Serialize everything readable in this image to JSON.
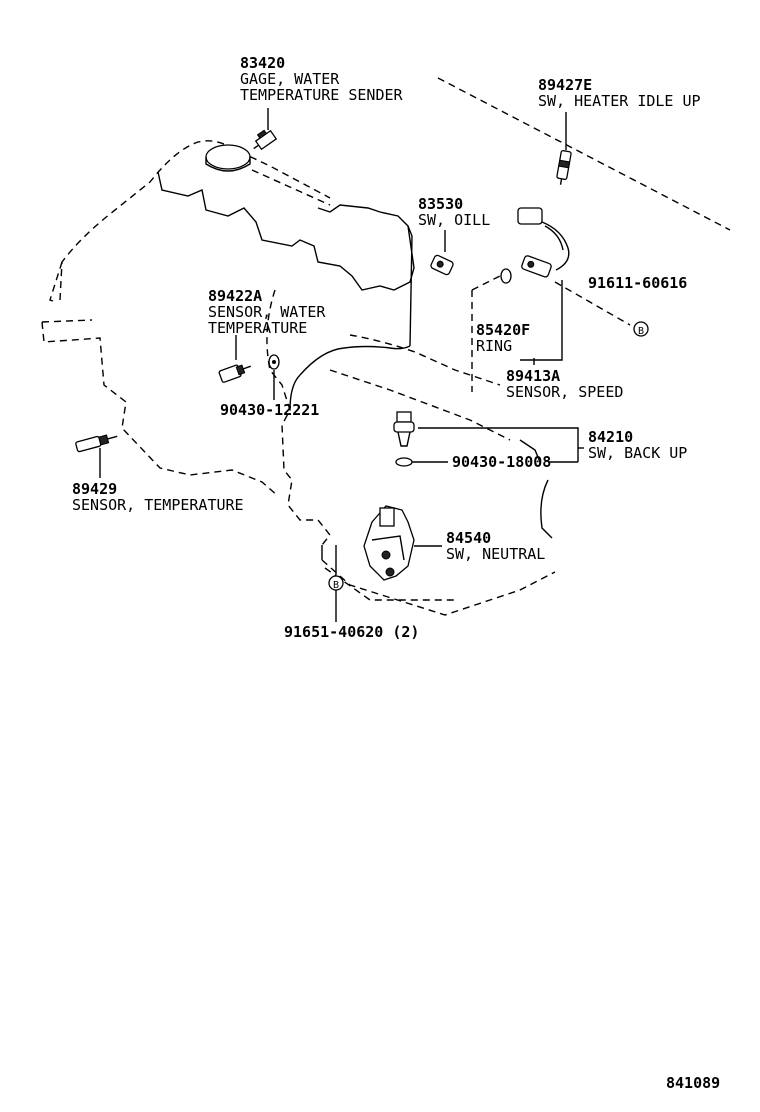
{
  "parts": [
    {
      "id": "p83420",
      "number": "83420",
      "desc1": "GAGE, WATER",
      "desc2": "TEMPERATURE SENDER"
    },
    {
      "id": "p89427e",
      "number": "89427E",
      "desc1": "SW, HEATER IDLE UP"
    },
    {
      "id": "p83530",
      "number": "83530",
      "desc1": "SW, OILL"
    },
    {
      "id": "p91611",
      "number": "91611-60616"
    },
    {
      "id": "p85420f",
      "number": "85420F",
      "desc1": "RING"
    },
    {
      "id": "p89413a",
      "number": "89413A",
      "desc1": "SENSOR, SPEED"
    },
    {
      "id": "p89422a",
      "number": "89422A",
      "desc1": "SENSOR, WATER",
      "desc2": "TEMPERATURE"
    },
    {
      "id": "p90430a",
      "number": "90430-12221"
    },
    {
      "id": "p84210",
      "number": "84210",
      "desc1": "SW, BACK UP"
    },
    {
      "id": "p90430b",
      "number": "90430-18008"
    },
    {
      "id": "p89429",
      "number": "89429",
      "desc1": "SENSOR, TEMPERATURE"
    },
    {
      "id": "p84540",
      "number": "84540",
      "desc1": "SW, NEUTRAL"
    },
    {
      "id": "p91651",
      "number": "91651-40620 (2)"
    }
  ],
  "markers": {
    "b_label": "B"
  },
  "figure_number": "841089"
}
